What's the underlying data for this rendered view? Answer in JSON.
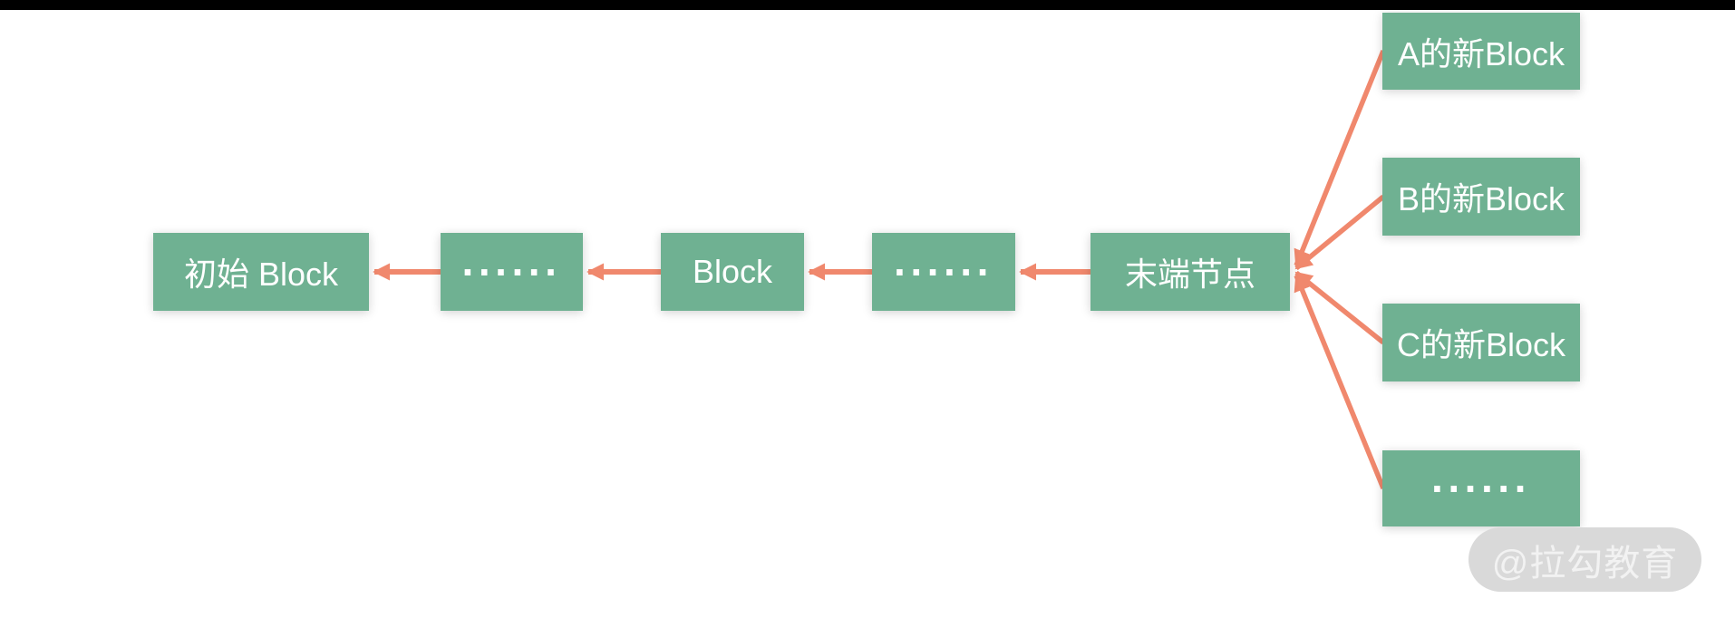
{
  "diagram": {
    "title_hint": "blockchain fork diagram",
    "chain_nodes": [
      {
        "id": "initial",
        "label": "初始 Block"
      },
      {
        "id": "dots1",
        "label": "······"
      },
      {
        "id": "block",
        "label": "Block"
      },
      {
        "id": "dots2",
        "label": "······"
      },
      {
        "id": "terminal",
        "label": "末端节点"
      }
    ],
    "branch_nodes": [
      {
        "id": "new-a",
        "label": "A的新Block"
      },
      {
        "id": "new-b",
        "label": "B的新Block"
      },
      {
        "id": "new-c",
        "label": "C的新Block"
      },
      {
        "id": "new-dots",
        "label": "······"
      }
    ],
    "edges": {
      "chain_direction": "each node points back (left) to its previous block",
      "branch_direction": "each new block points to the terminal node (末端节点)"
    },
    "watermark": {
      "text": "@拉勾教育"
    },
    "colors": {
      "node_fill": "#6FB192",
      "node_text": "#FFFFFF",
      "arrow": "#F0886D",
      "top_bar": "#000000",
      "watermark_bg": "#D9D9D9",
      "watermark_text": "#F2F2F2",
      "background": "#FFFFFF"
    }
  }
}
